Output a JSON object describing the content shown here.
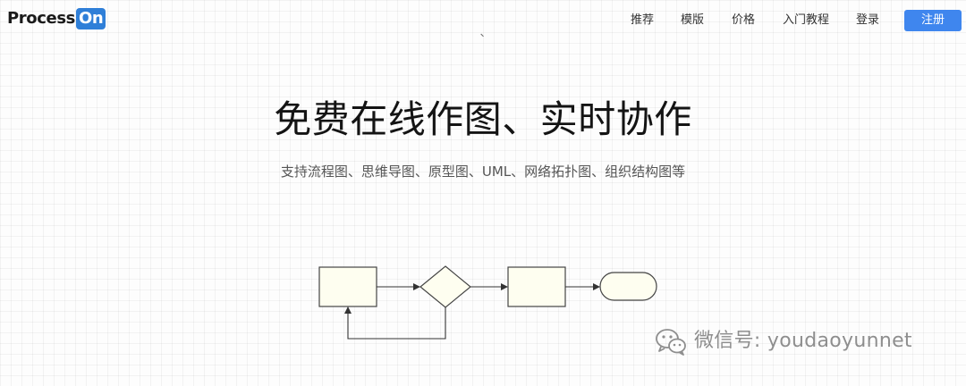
{
  "header": {
    "logo": {
      "part1": "Process",
      "part2": "On"
    },
    "nav": [
      {
        "label": "推荐"
      },
      {
        "label": "模版"
      },
      {
        "label": "价格"
      },
      {
        "label": "入门教程"
      },
      {
        "label": "登录"
      }
    ],
    "register_label": "注册"
  },
  "hero": {
    "title": "免费在线作图、实时协作",
    "subtitle": "支持流程图、思维导图、原型图、UML、网络拓扑图、组织结构图等"
  },
  "watermark": {
    "icon": "wechat-icon",
    "text": "微信号: youdaoyunnet"
  },
  "colors": {
    "accent": "#3f86ee",
    "logo_on_bg": "#2f7fd8",
    "shape_fill": "#fefef0",
    "shape_stroke": "#444444"
  }
}
